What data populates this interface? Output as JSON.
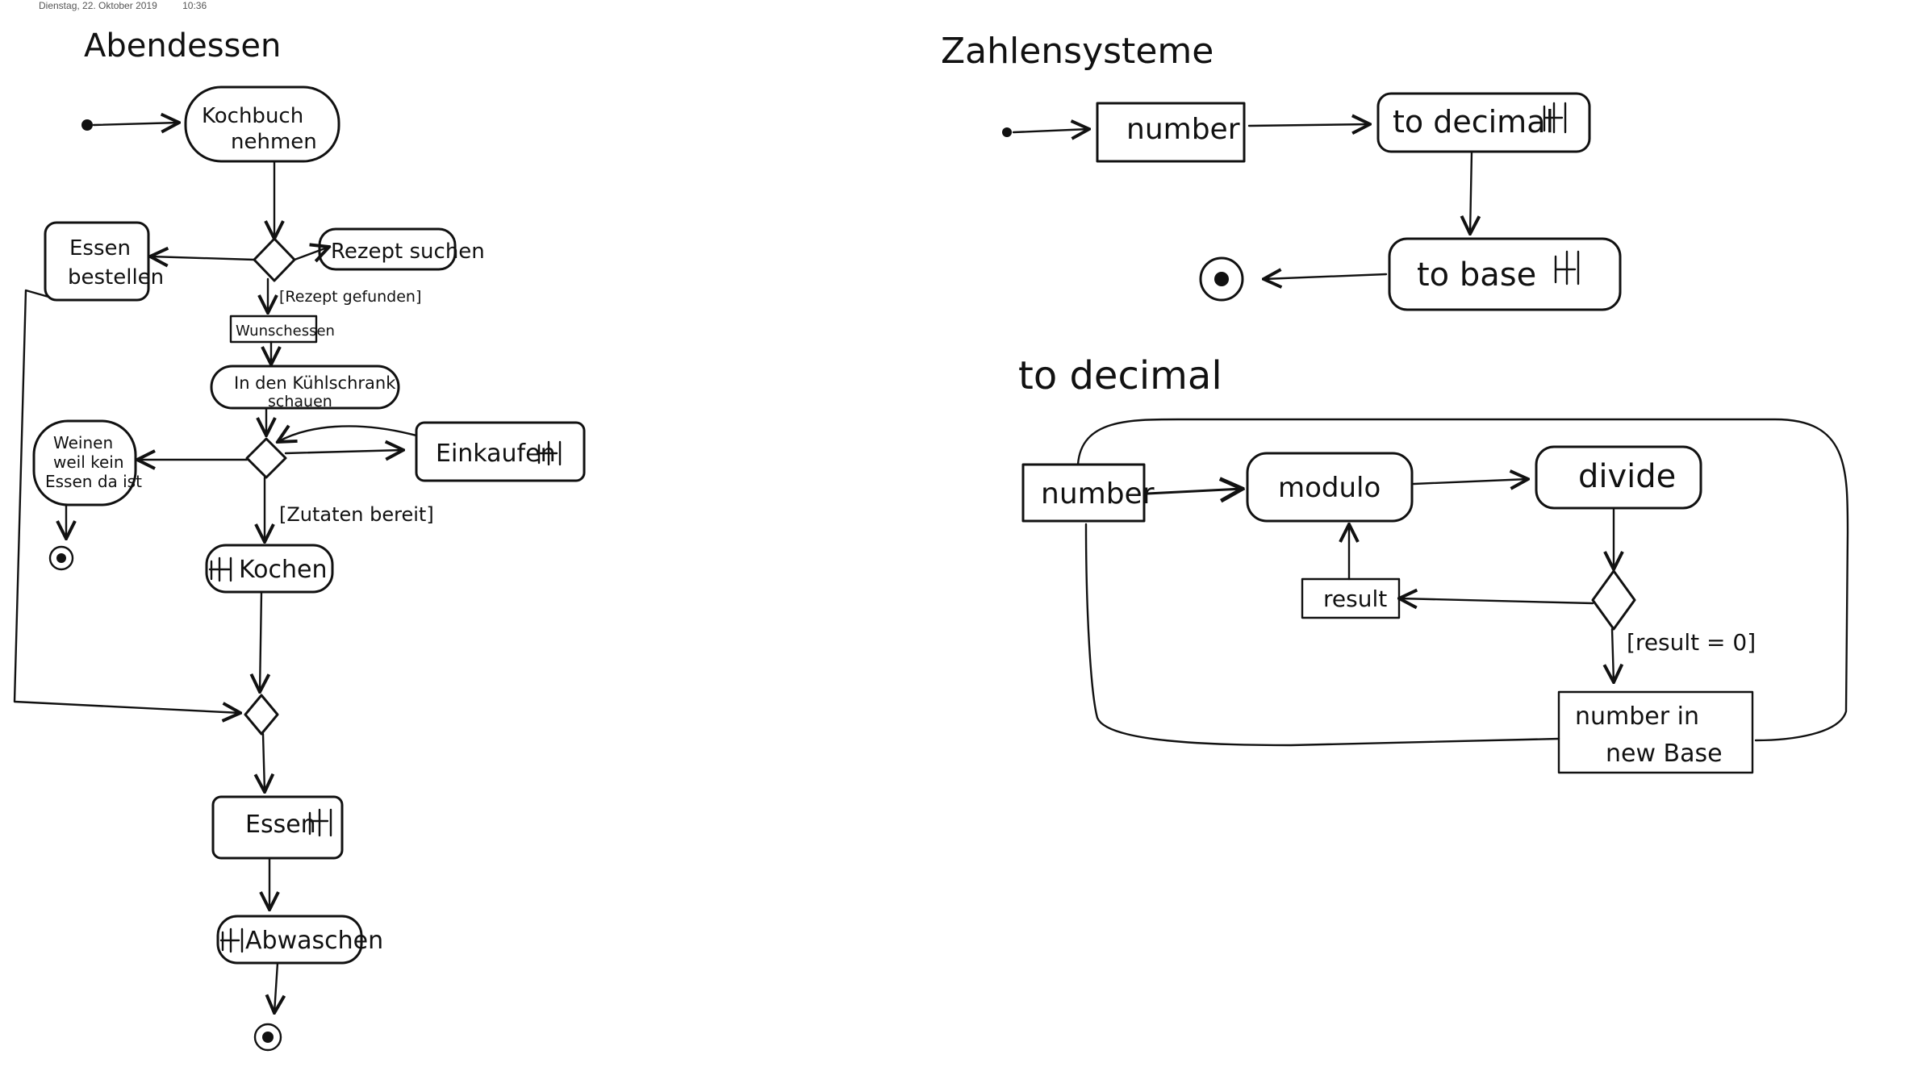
{
  "header": {
    "date": "Dienstag, 22. Oktober 2019",
    "time": "10:36"
  },
  "left": {
    "title": "Abendessen",
    "kochbuch": [
      "Kochbuch",
      "nehmen"
    ],
    "essen_bestellen": [
      "Essen",
      "bestellen"
    ],
    "rezept_suchen": "Rezept suchen",
    "guard_rezept": "[Rezept gefunden]",
    "wunschessen": "Wunschessen",
    "kuehlschrank": [
      "In den Kühlschrank",
      "schauen"
    ],
    "weinen": [
      "Weinen",
      "weil kein",
      "Essen da ist"
    ],
    "einkaufen": "Einkaufen",
    "guard_zutaten": "[Zutaten bereit]",
    "kochen": "Kochen",
    "essen": "Essen",
    "abwaschen": "Abwaschen"
  },
  "right": {
    "title": "Zahlensysteme",
    "number_top": "number",
    "to_decimal": "to decimal",
    "to_base": "to base",
    "sub_title": "to decimal",
    "number_box": "number",
    "modulo": "modulo",
    "divide": "divide",
    "result": "result",
    "guard_result": "[result = 0]",
    "new_base": [
      "number in",
      "new Base"
    ]
  }
}
